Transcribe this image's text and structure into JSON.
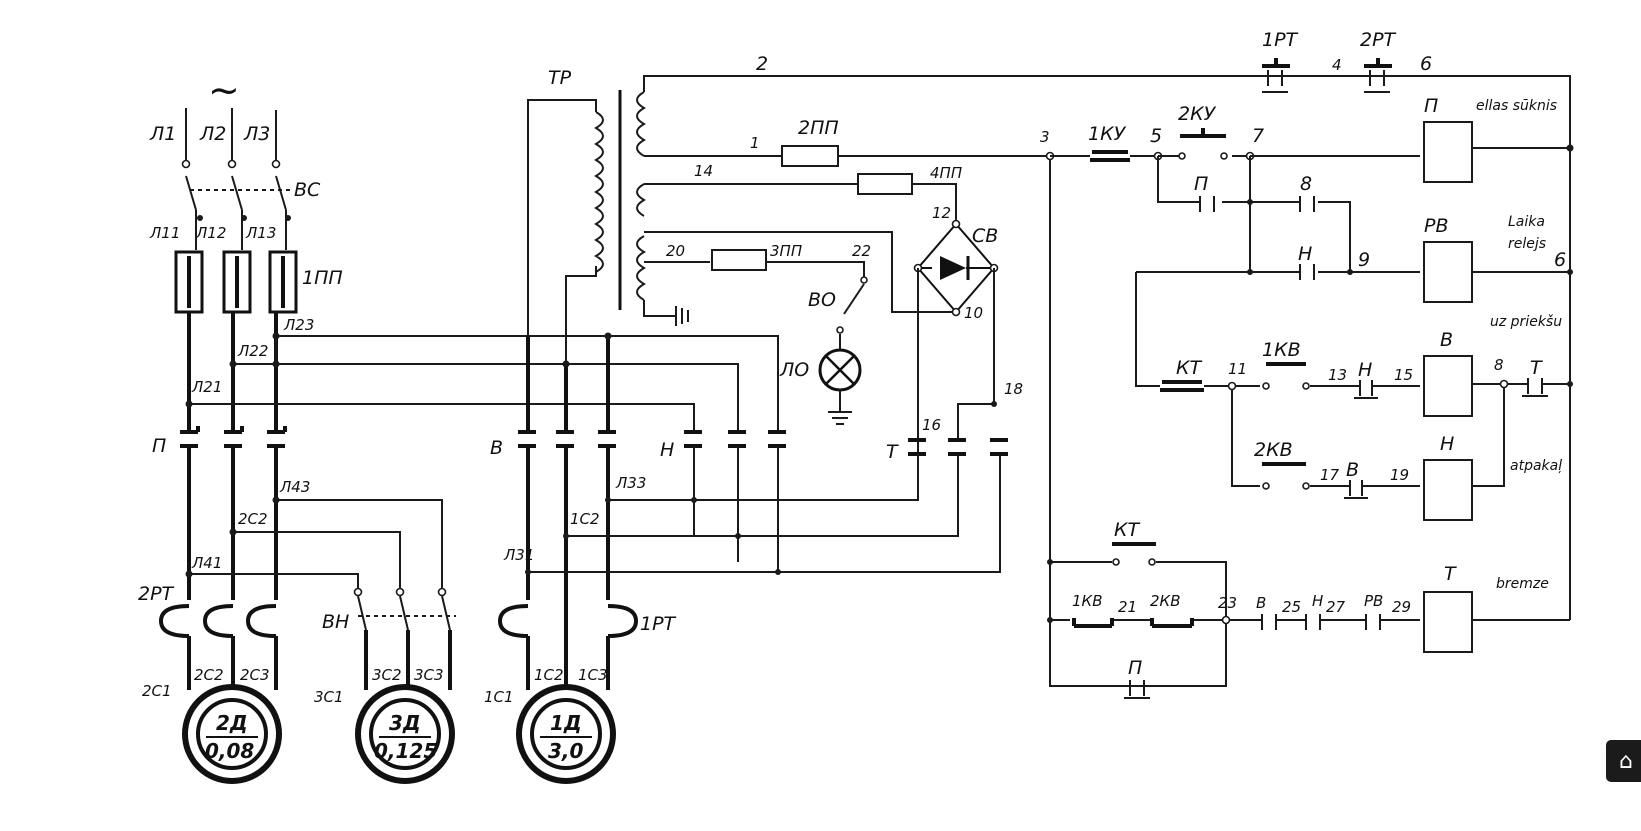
{
  "tilde": "~",
  "supply": {
    "l1": "Л1",
    "l2": "Л2",
    "l3": "Л3",
    "switch": "ВС"
  },
  "lines": {
    "l11": "Л11",
    "l12": "Л12",
    "l13": "Л13",
    "l21": "Л21",
    "l22": "Л22",
    "l23": "Л23",
    "l43": "Л43",
    "l41": "Л41",
    "l31": "Л31",
    "l33": "Л33"
  },
  "fuses": {
    "f1": "1ПП",
    "f2": "2ПП",
    "f3": "3ПП",
    "f4": "4ПП"
  },
  "contactors": {
    "p": "П",
    "v": "В",
    "n": "Н",
    "t": "Т"
  },
  "transformer": "ТР",
  "bridge": "СВ",
  "lamp": {
    "switch": "ВО",
    "lamp": "ЛО"
  },
  "wire_nums": {
    "w1": "1",
    "w2": "2",
    "w3": "3",
    "w4": "4",
    "w5": "5",
    "w6": "6",
    "w6b": "6",
    "w7": "7",
    "w8": "8",
    "w8b": "8",
    "w9": "9",
    "w10": "10",
    "w11": "11",
    "w12": "12",
    "w13": "13",
    "w14": "14",
    "w15": "15",
    "w16": "16",
    "w17": "17",
    "w18": "18",
    "w19": "19",
    "w20": "20",
    "w21": "21",
    "w22": "22",
    "w23": "23",
    "w25": "25",
    "w27": "27",
    "w29": "29"
  },
  "relays": {
    "rt1": "1РТ",
    "rt2": "2РТ",
    "ku1": "1КУ",
    "ku2": "2КУ",
    "kt": "КТ",
    "kv1": "1КВ",
    "kv2": "2КВ",
    "rv": "РВ"
  },
  "coils": {
    "p": "П",
    "rv": "РВ",
    "v": "В",
    "n": "Н",
    "t": "Т"
  },
  "handwriting": {
    "p": "ellas sūknis",
    "rv1": "Laika",
    "rv2": "relejs",
    "v": "uz priekšu",
    "n": "atpakaļ",
    "t": "bremze"
  },
  "motors": {
    "m2": {
      "name": "2Д",
      "power": "0,08",
      "t1": "2С1",
      "t2": "2С2",
      "t3": "2С3"
    },
    "m3": {
      "name": "3Д",
      "power": "0,125",
      "t1": "3С1",
      "t2": "3С2",
      "t3": "3С3"
    },
    "m1": {
      "name": "1Д",
      "power": "3,0",
      "t1": "1С1",
      "t2": "1С2",
      "t3": "1С3"
    }
  },
  "bh": "ВН",
  "home_icon": "home-icon"
}
